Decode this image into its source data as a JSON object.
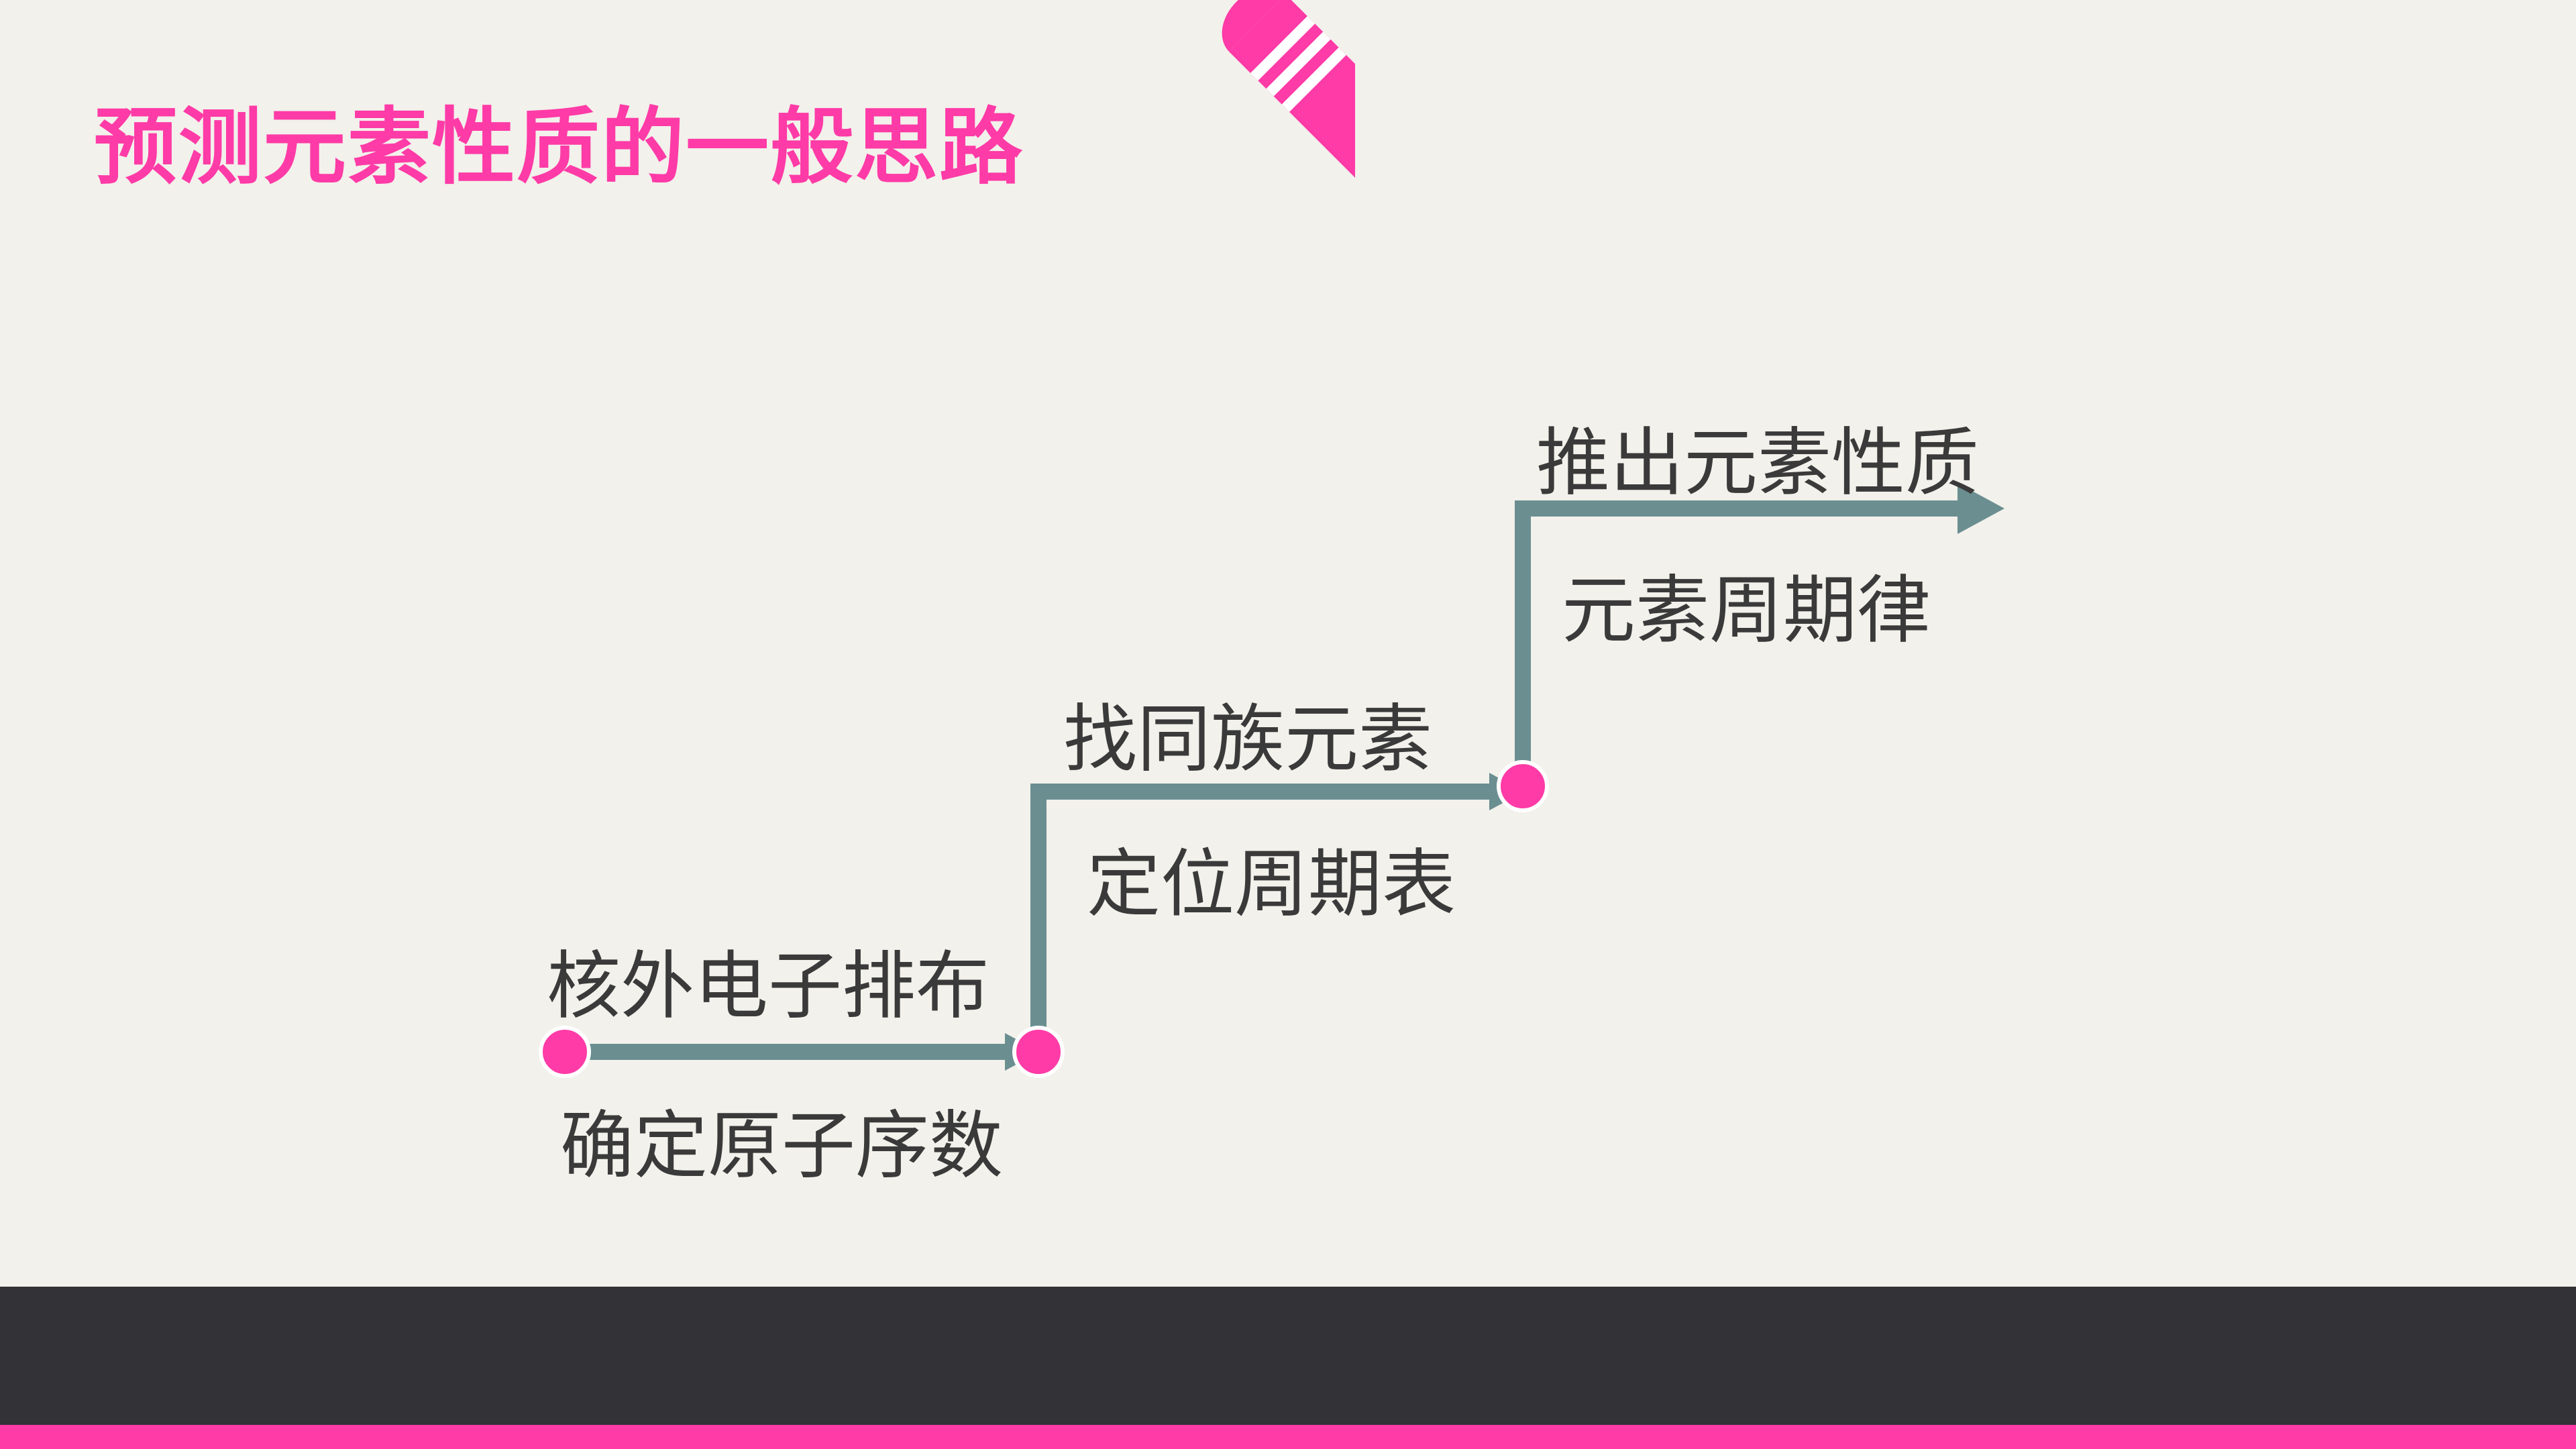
{
  "title": "预测元素性质的一般思路",
  "colors": {
    "accent": "#fe3ba7",
    "path": "#6b8e91",
    "text": "#3a3a3a",
    "background": "#f2f1eb",
    "footer": "#333236"
  },
  "icon": "pencil-icon",
  "steps": [
    {
      "above": "核外电子排布",
      "below": "确定原子序数"
    },
    {
      "above": "找同族元素",
      "below": "定位周期表"
    },
    {
      "above": "推出元素性质",
      "below": "元素周期律"
    }
  ]
}
